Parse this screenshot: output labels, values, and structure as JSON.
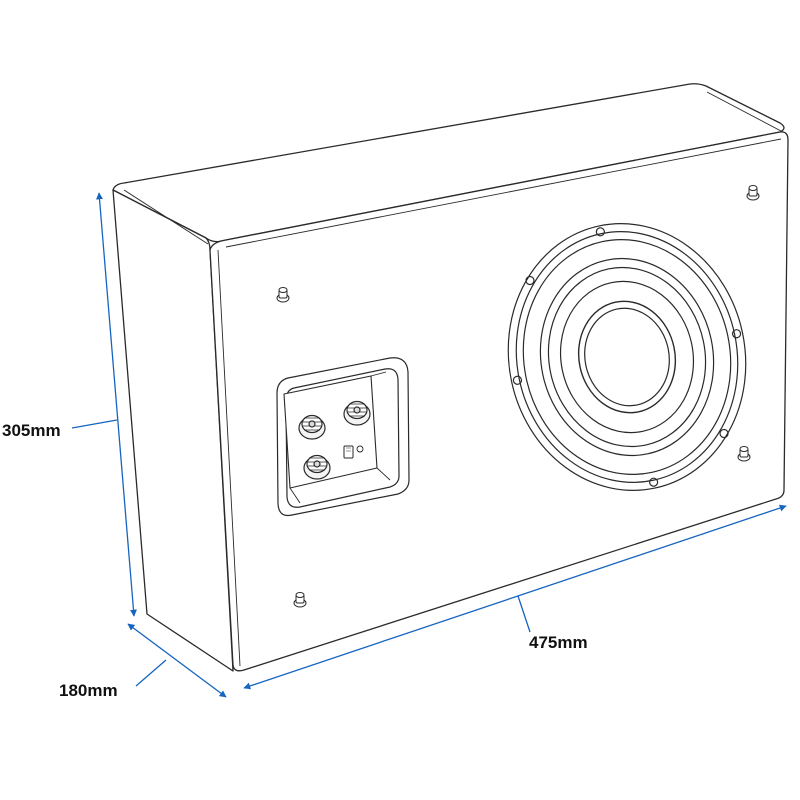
{
  "dimensions": {
    "height": "305mm",
    "width": "475mm",
    "depth": "180mm"
  },
  "colors": {
    "line": "#2a2a2a",
    "dimension": "#1565c0",
    "background": "#ffffff"
  }
}
